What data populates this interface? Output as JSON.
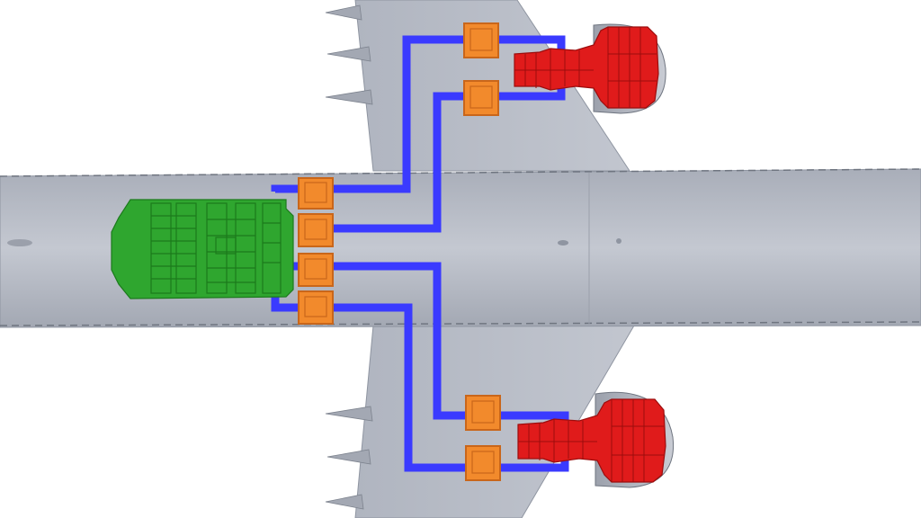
{
  "title": "",
  "colors": {
    "background": "#ffffff",
    "airframe": "#b4b9c4",
    "airframe_dark": "#8f95a1",
    "airframe_edge": "#6f7580",
    "battery": "#2fa62f",
    "battery_detail": "#1c7a1c",
    "converter": "#f28a2c",
    "converter_dark": "#c9661a",
    "cable": "#3a3aff",
    "motor": "#e01b1b",
    "motor_dark": "#9c0d0d"
  },
  "components": {
    "battery": {
      "label": ""
    },
    "converters": [
      {
        "id": "c1"
      },
      {
        "id": "c2"
      },
      {
        "id": "c3"
      },
      {
        "id": "c4"
      },
      {
        "id": "c5"
      },
      {
        "id": "c6"
      },
      {
        "id": "c7"
      },
      {
        "id": "c8"
      }
    ],
    "motors": [
      {
        "id": "upper"
      },
      {
        "id": "lower"
      }
    ]
  }
}
